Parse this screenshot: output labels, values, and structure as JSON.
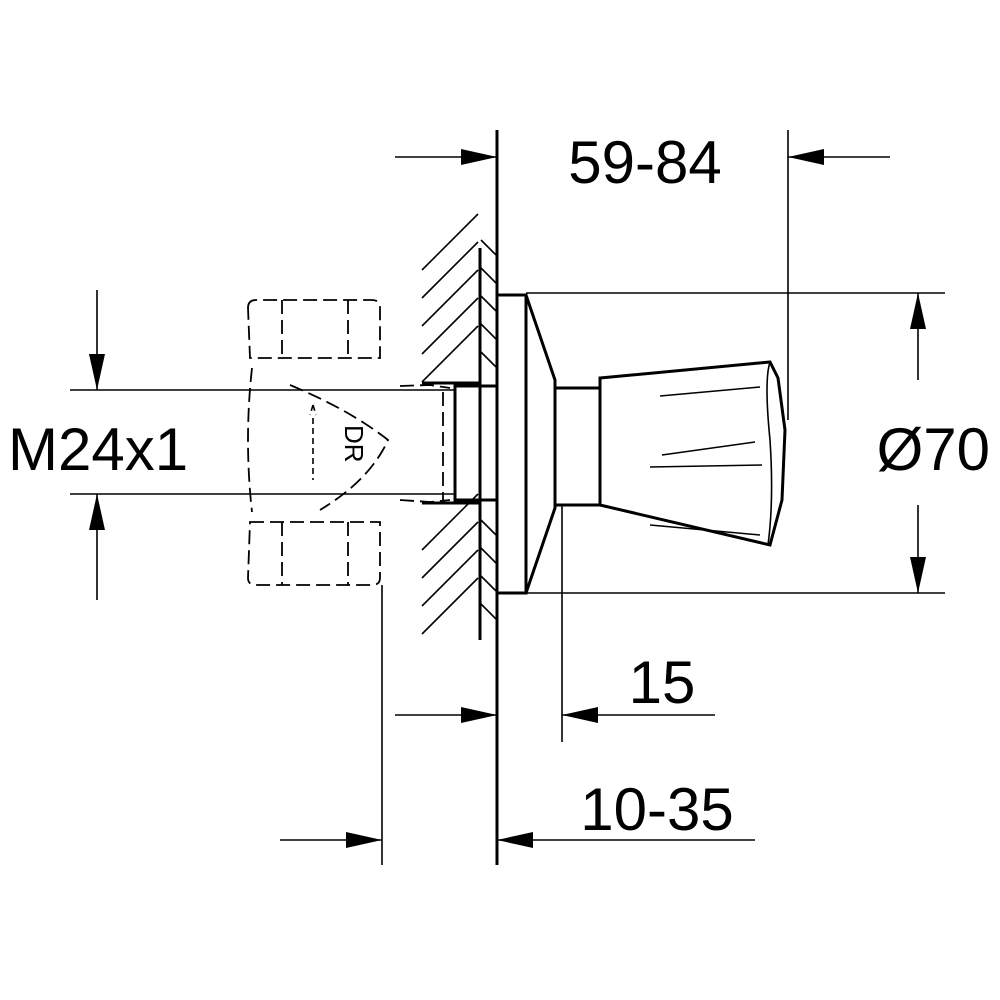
{
  "dimensions": {
    "overall_length": "59-84",
    "diameter": "Ø70",
    "thread": "M24x1",
    "stem": "15",
    "wall_depth": "10-35"
  },
  "labels": {
    "fitting_mark": "DR"
  },
  "colors": {
    "line": "#000000",
    "background": "#ffffff"
  }
}
